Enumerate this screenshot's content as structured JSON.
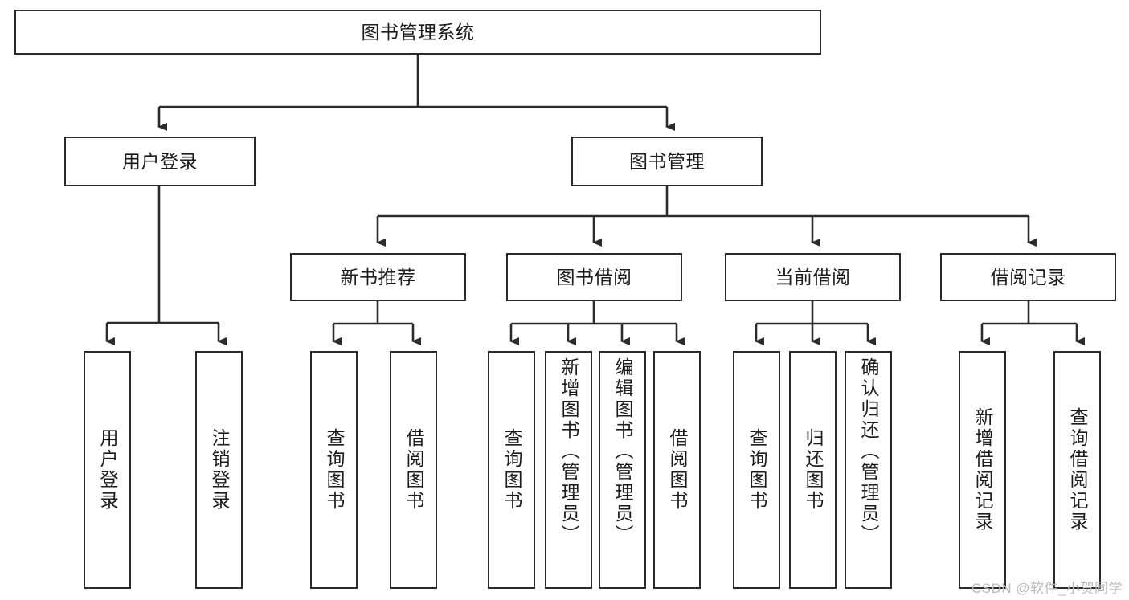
{
  "diagram": {
    "title": "图书管理系统",
    "type": "tree-hierarchy",
    "colors": {
      "box_border": "#2b2b2b",
      "box_fill": "#ffffff",
      "connector": "#2b2b2b",
      "text": "#1c1c1c",
      "watermark": "#b9b9b9",
      "background": "#ffffff"
    },
    "levels": {
      "root": "图书管理系统",
      "level2": [
        "用户登录",
        "图书管理"
      ],
      "level3": [
        "新书推荐",
        "图书借阅",
        "当前借阅",
        "借阅记录"
      ],
      "level4": [
        "用户登录",
        "注销登录",
        "查询图书",
        "借阅图书",
        "查询图书",
        "新增图书（管理员）",
        "编辑图书（管理员）",
        "借阅图书",
        "查询图书",
        "归还图书",
        "确认归还（管理员）",
        "新增借阅记录",
        "查询借阅记录"
      ]
    }
  },
  "nodes": {
    "root": {
      "label": "图书管理系统"
    },
    "user_login": {
      "label": "用户登录"
    },
    "book_mgmt": {
      "label": "图书管理"
    },
    "new_book_rec": {
      "label": "新书推荐"
    },
    "book_borrow": {
      "label": "图书借阅"
    },
    "current_borrow": {
      "label": "当前借阅"
    },
    "borrow_record": {
      "label": "借阅记录"
    },
    "leaf_user_login": {
      "label": "用户登录"
    },
    "leaf_logout": {
      "label": "注销登录"
    },
    "leaf_query_book_1": {
      "label": "查询图书"
    },
    "leaf_borrow_book_1": {
      "label": "借阅图书"
    },
    "leaf_query_book_2": {
      "label": "查询图书"
    },
    "leaf_add_book_admin": {
      "label": "新增图书（管理员）"
    },
    "leaf_edit_book_admin": {
      "label": "编辑图书（管理员）"
    },
    "leaf_borrow_book_2": {
      "label": "借阅图书"
    },
    "leaf_query_book_3": {
      "label": "查询图书"
    },
    "leaf_return_book": {
      "label": "归还图书"
    },
    "leaf_confirm_return_admin": {
      "label": "确认归还（管理员）"
    },
    "leaf_add_borrow_record": {
      "label": "新增借阅记录"
    },
    "leaf_query_borrow_record": {
      "label": "查询借阅记录"
    }
  },
  "watermark": {
    "text": "CSDN @软件_小贺同学"
  }
}
